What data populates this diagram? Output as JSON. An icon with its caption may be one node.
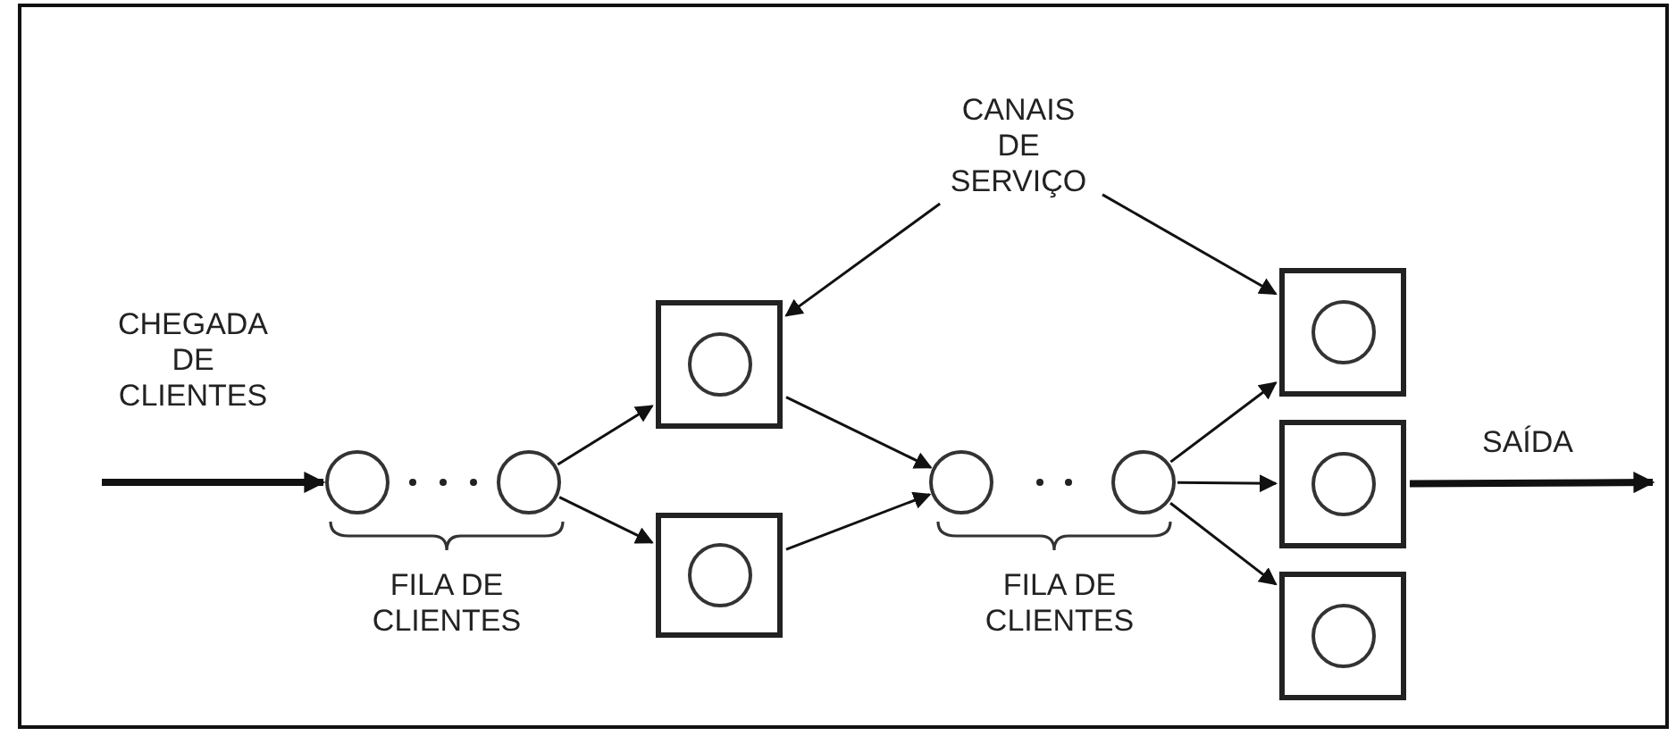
{
  "diagram": {
    "nodes": [
      {
        "text": [
          "CANAIS DE SERVIÇO"
        ]
      },
      {
        "text": [],
        "shape": "circle"
      },
      {
        "text": [],
        "shape": "circle"
      },
      {
        "text": [],
        "shape": "box"
      },
      {
        "text": [],
        "shape": "box"
      },
      {
        "text": [],
        "shape": "circle"
      },
      {
        "text": [],
        "shape": "circle"
      },
      {
        "text": [],
        "shape": "box"
      },
      {
        "text": [],
        "shape": "box"
      },
      {
        "text": [],
        "shape": "box"
      }
    ],
    "edges": [
      {
        "from": null,
        "to": 1,
        "arrow": "to",
        "label": "CHEGADA DE CLIENTES",
        "style": "thick"
      },
      {
        "from": 2,
        "to": 3,
        "arrow": "to"
      },
      {
        "from": 2,
        "to": 4,
        "arrow": "to"
      },
      {
        "from": 3,
        "to": 5,
        "arrow": "to"
      },
      {
        "from": 4,
        "to": 5,
        "arrow": "to"
      },
      {
        "from": 6,
        "to": 7,
        "arrow": "to"
      },
      {
        "from": 6,
        "to": 8,
        "arrow": "to"
      },
      {
        "from": 6,
        "to": 9,
        "arrow": "to"
      },
      {
        "from": 8,
        "to": null,
        "arrow": "to",
        "label": "SAÍDA",
        "style": "thick"
      },
      {
        "from": 0,
        "to": 3,
        "arrow": "to"
      },
      {
        "from": 0,
        "to": 7,
        "arrow": "to"
      }
    ],
    "labels": [
      "FILA DE CLIENTES",
      "FILA DE CLIENTES"
    ]
  }
}
